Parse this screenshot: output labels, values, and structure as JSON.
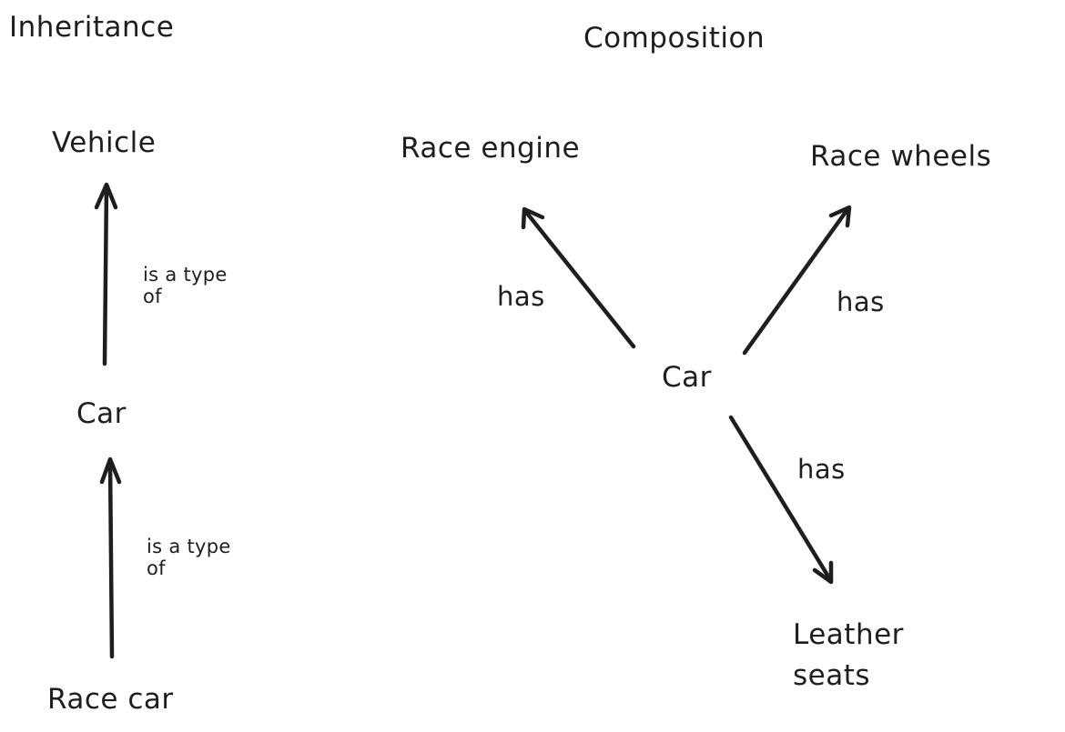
{
  "inheritance": {
    "title": "Inheritance",
    "nodes": {
      "top": "Vehicle",
      "middle": "Car",
      "bottom": "Race car"
    },
    "relations": [
      {
        "line1": "is a type",
        "line2": "of"
      },
      {
        "line1": "is a type",
        "line2": "of"
      }
    ]
  },
  "composition": {
    "title": "Composition",
    "center": "Car",
    "parts": {
      "engine": "Race engine",
      "wheels": "Race wheels",
      "seats_line1": "Leather",
      "seats_line2": "seats"
    },
    "relation_label": "has"
  }
}
